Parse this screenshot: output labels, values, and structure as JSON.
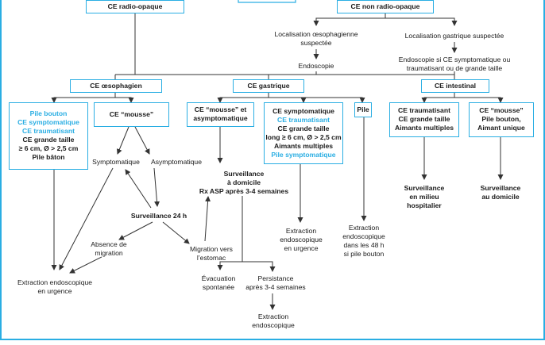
{
  "boxes": {
    "ce_radio_opaque": "CE radio-opaque",
    "ce_non_radio_opaque": "CE non radio-opaque",
    "ce_oesophagien": "CE œsophagien",
    "ce_gastrique": "CE gastrique",
    "ce_intestinal": "CE intestinal",
    "oeso_list": {
      "pile_bouton": "Pile bouton",
      "ce_symptomatique": "CE symptomatique",
      "ce_traumatisant": "CE traumatisant",
      "ce_grande_taille": "CE grande taille",
      "dimensions": "≥ 6 cm, Ø > 2,5 cm",
      "pile_baton": "Pile bâton"
    },
    "oeso_mousse": "CE “mousse”",
    "gastr_mousse": "CE “mousse” et asymptomatique",
    "gastr_list": {
      "ce_symptomatique": "CE symptomatique",
      "ce_traumatisant": "CE traumatisant",
      "ce_grande_taille": "CE grande taille",
      "dimensions": "long ≥ 6 cm, Ø > 2,5 cm",
      "aimants_multiples": "Aimants multiples",
      "pile_symptomatique": "Pile symptomatique"
    },
    "gastr_pile": "Pile",
    "intest_list": {
      "ce_traumatisant": "CE traumatisant",
      "ce_grande_taille": "CE grande taille",
      "aimants_multiples": "Aimants multiples"
    },
    "intest_mousse": {
      "line1": "CE “mousse”",
      "line2": "Pile bouton,",
      "line3": "Aimant unique"
    }
  },
  "texts": {
    "localisation_oeso": "Localisation œsophagienne\nsuspectée",
    "localisation_gastr": "Localisation gastrique suspectée",
    "endoscopie": "Endoscopie",
    "endoscopie_si": "Endoscopie si CE symptomatique ou\ntraumatisant ou de grande taille",
    "symptomatique": "Symptomatique",
    "asymptomatique": "Asymptomatique",
    "surveillance_24h": "Surveillance 24 h",
    "absence_migration": "Absence de\nmigration",
    "migration_estomac": "Migration vers\nl’estomac",
    "extraction_urgence_left": "Extraction endoscopique\nen urgence",
    "surveillance_domicile": "Surveillance\nà domicile\nRx ASP après 3-4 semaines",
    "evacuation": "Évacuation\nspontanée",
    "persistance": "Persistance\naprès 3-4 semaines",
    "extraction_bottom": "Extraction\nendoscopique",
    "extraction_urgence_mid": "Extraction\nendoscopique\nen urgence",
    "extraction_48h": "Extraction\nendoscopique\ndans les 48 h\nsi pile bouton",
    "surveillance_hospitalier": "Surveillance\nen milieu\nhospitalier",
    "surveillance_au_domicile": "Surveillance\nau domicile"
  },
  "colors": {
    "accent": "#2aaee3",
    "line": "#333333",
    "text": "#1a1a1a"
  }
}
